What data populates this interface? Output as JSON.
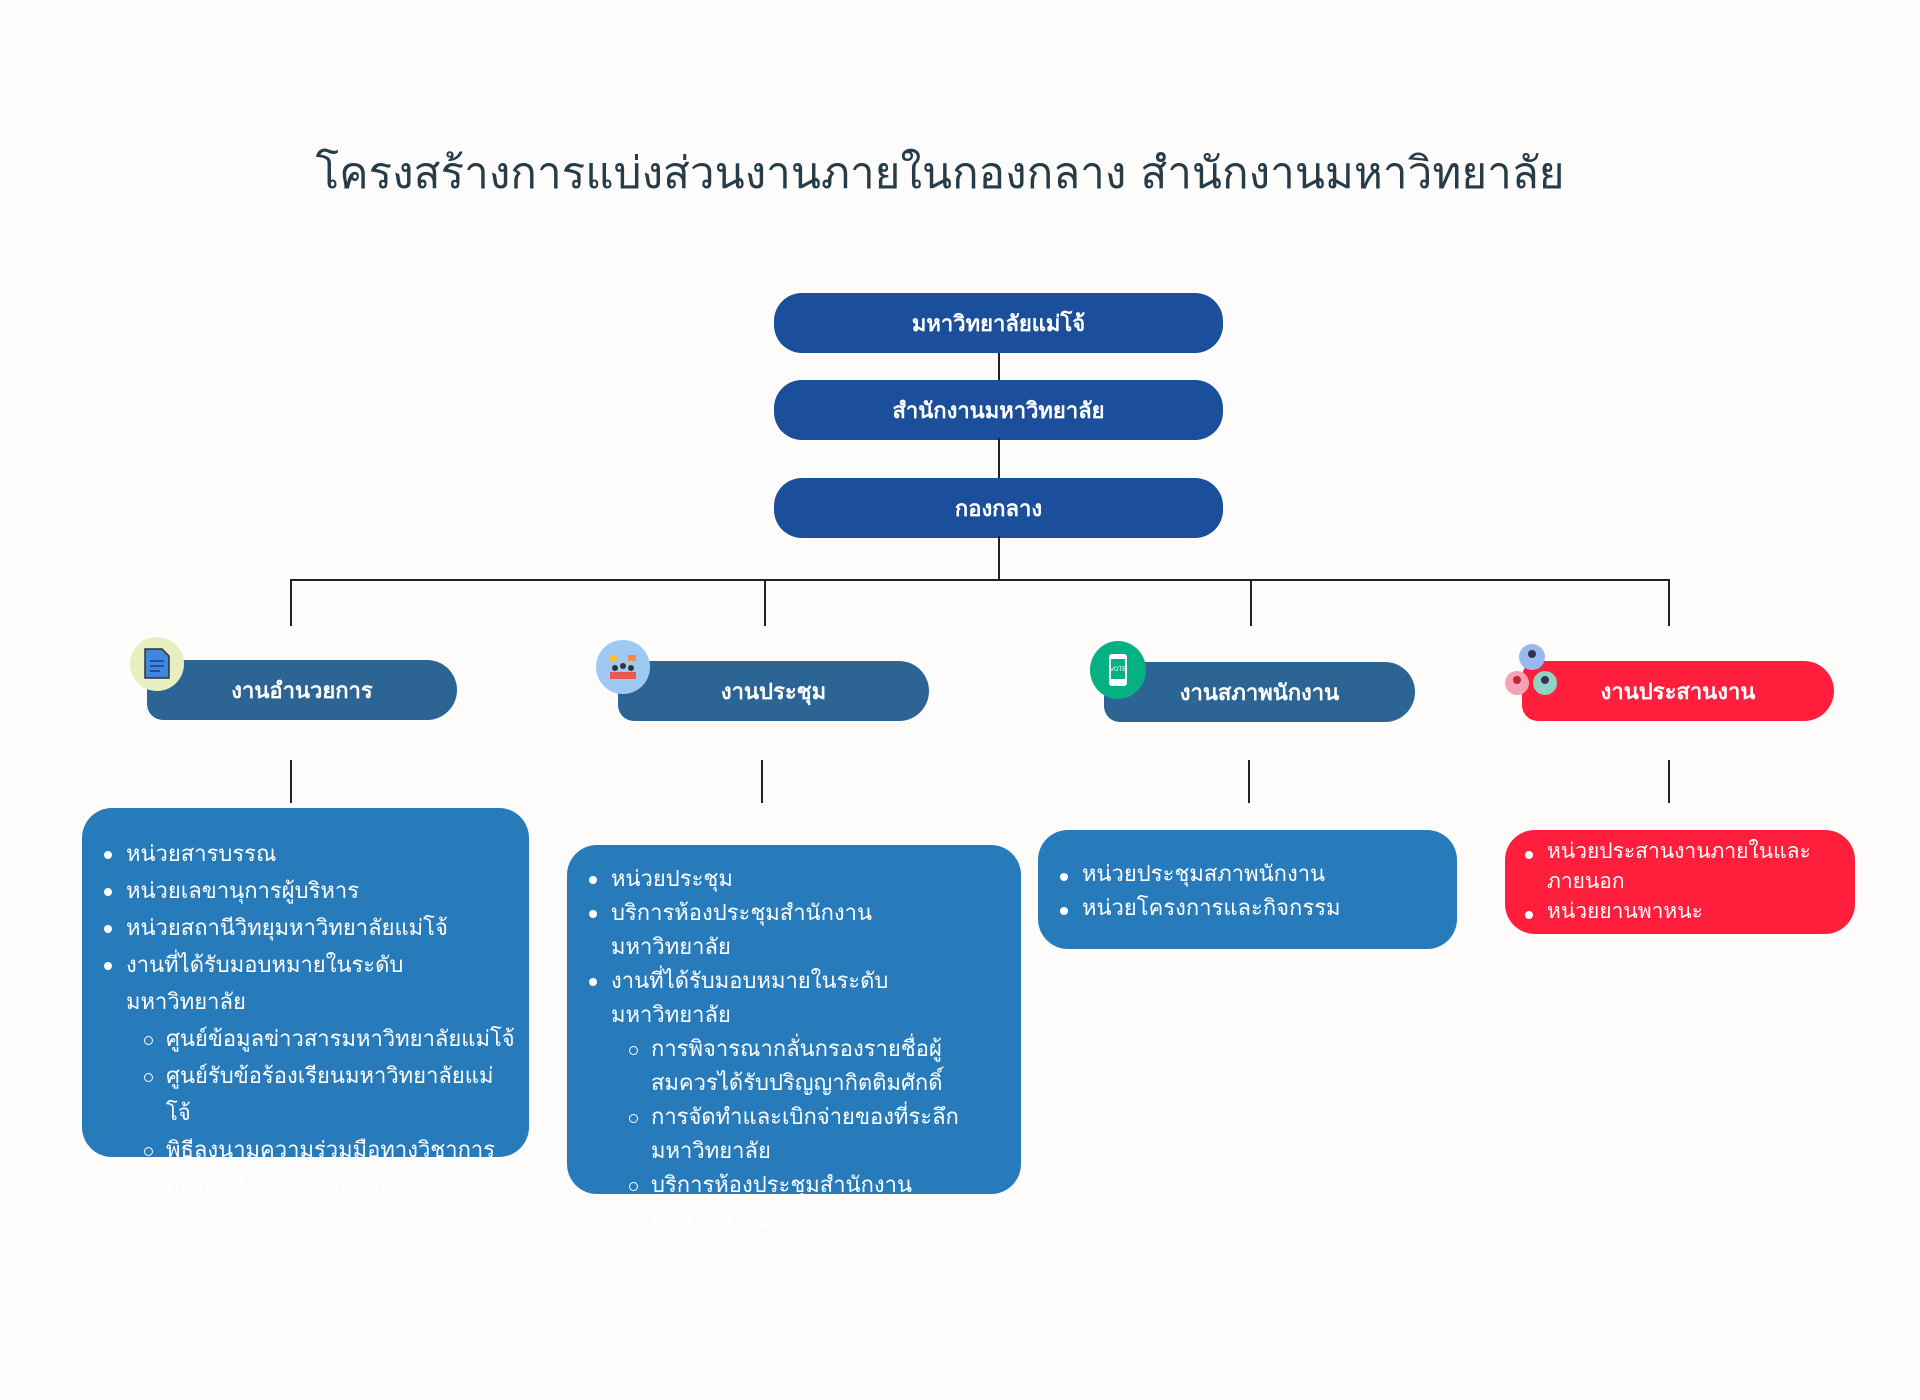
{
  "title": "โครงสร้างการแบ่งส่วนงานภายในกองกลาง สำนักงานมหาวิทยาลัย",
  "top": [
    "มหาวิทยาลัยแม่โจ้",
    "สำนักงานมหาวิทยาลัย",
    "กองกลาง"
  ],
  "units": [
    {
      "name": "งานอำนวยการ",
      "icon": "document-icon",
      "color": "#2c6494",
      "items": [
        {
          "t": "หน่วยสารบรรณ",
          "sub": false
        },
        {
          "t": "หน่วยเลขานุการผู้บริหาร",
          "sub": false
        },
        {
          "t": "หน่วยสถานีวิทยุมหาวิทยาลัยแม่โจ้",
          "sub": false
        },
        {
          "t": "งานที่ได้รับมอบหมายในระดับมหาวิทยาลัย",
          "sub": false
        },
        {
          "t": "ศูนย์ข้อมูลข่าวสารมหาวิทยาลัยแม่โจ้",
          "sub": true
        },
        {
          "t": "ศูนย์รับข้อร้องเรียนมหาวิทยาลัยแม่โจ้",
          "sub": true
        },
        {
          "t": "พิธีลงนามความร่วมมือทางวิชาการ",
          "sub": true
        },
        {
          "t": "กองทุนสำนักงานมหาวิทยาลัย",
          "sub": true
        }
      ]
    },
    {
      "name": "งานประชุม",
      "icon": "meeting-icon",
      "color": "#2c6494",
      "items": [
        {
          "t": "หน่วยประชุม",
          "sub": false
        },
        {
          "t": "บริการห้องประชุมสำนักงานมหาวิทยาลัย",
          "sub": false
        },
        {
          "t": "งานที่ได้รับมอบหมายในระดับมหาวิทยาลัย",
          "sub": false
        },
        {
          "t": "การพิจารณากลั่นกรองรายชื่อผู้สมควรได้รับปริญญากิตติมศักดิ์",
          "sub": true
        },
        {
          "t": "การจัดทำและเบิกจ่ายของที่ระลึกมหาวิทยาลัย",
          "sub": true
        },
        {
          "t": "บริการห้องประชุมสำนักงานมหาวิทยาลัย",
          "sub": true
        }
      ]
    },
    {
      "name": "งานสภาพนักงาน",
      "icon": "vote-phone-icon",
      "color": "#2c6494",
      "items": [
        {
          "t": "หน่วยประชุมสภาพนักงาน",
          "sub": false
        },
        {
          "t": "หน่วยโครงการและกิจกรรม",
          "sub": false
        }
      ]
    },
    {
      "name": "งานประสานงาน",
      "icon": "people-network-icon",
      "color": "#ff1f3d",
      "items": [
        {
          "t": "หน่วยประสานงานภายในและภายนอก",
          "sub": false
        },
        {
          "t": "หน่วยยานพาหนะ",
          "sub": false
        }
      ]
    }
  ]
}
